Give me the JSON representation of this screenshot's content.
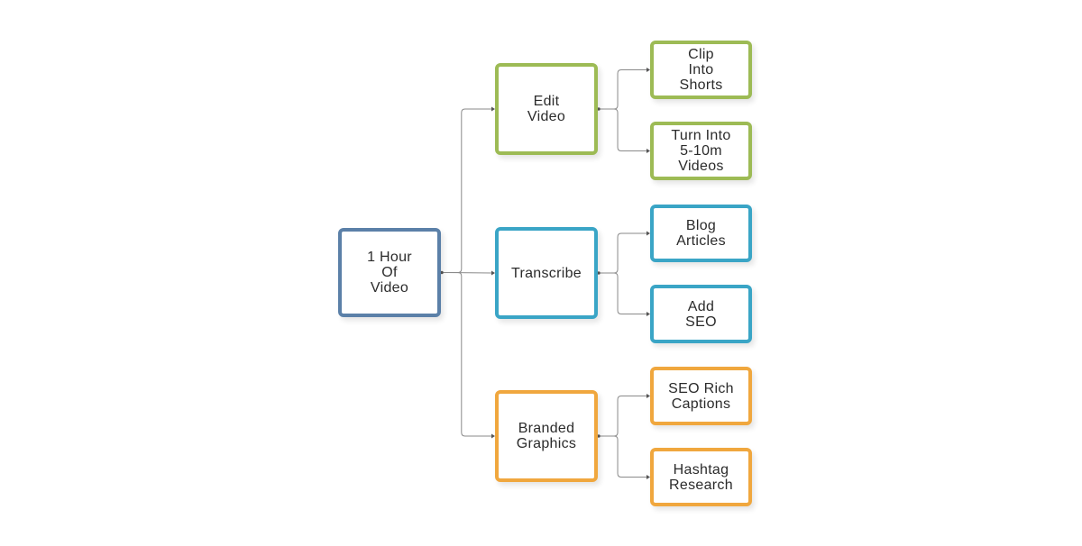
{
  "diagram": {
    "colors": {
      "root": "#5b80a8",
      "edit": "#9dbb55",
      "transcribe": "#3aa5c6",
      "branded": "#f0a73e",
      "connector": "#8a8a8a"
    },
    "root": {
      "id": "root",
      "label": "1 Hour\nOf\nVideo"
    },
    "branches": [
      {
        "id": "edit",
        "label": "Edit\nVideo",
        "children": [
          {
            "id": "clip",
            "label": "Clip\nInto\nShorts"
          },
          {
            "id": "turn",
            "label": "Turn Into\n5-10m\nVideos"
          }
        ]
      },
      {
        "id": "transcribe",
        "label": "Transcribe",
        "children": [
          {
            "id": "blog",
            "label": "Blog\nArticles"
          },
          {
            "id": "seo",
            "label": "Add\nSEO"
          }
        ]
      },
      {
        "id": "branded",
        "label": "Branded\nGraphics",
        "children": [
          {
            "id": "captions",
            "label": "SEO Rich\nCaptions"
          },
          {
            "id": "hashtag",
            "label": "Hashtag\nResearch"
          }
        ]
      }
    ],
    "edges": [
      [
        "root",
        "edit"
      ],
      [
        "root",
        "transcribe"
      ],
      [
        "root",
        "branded"
      ],
      [
        "edit",
        "clip"
      ],
      [
        "edit",
        "turn"
      ],
      [
        "transcribe",
        "blog"
      ],
      [
        "transcribe",
        "seo"
      ],
      [
        "branded",
        "captions"
      ],
      [
        "branded",
        "hashtag"
      ]
    ]
  }
}
